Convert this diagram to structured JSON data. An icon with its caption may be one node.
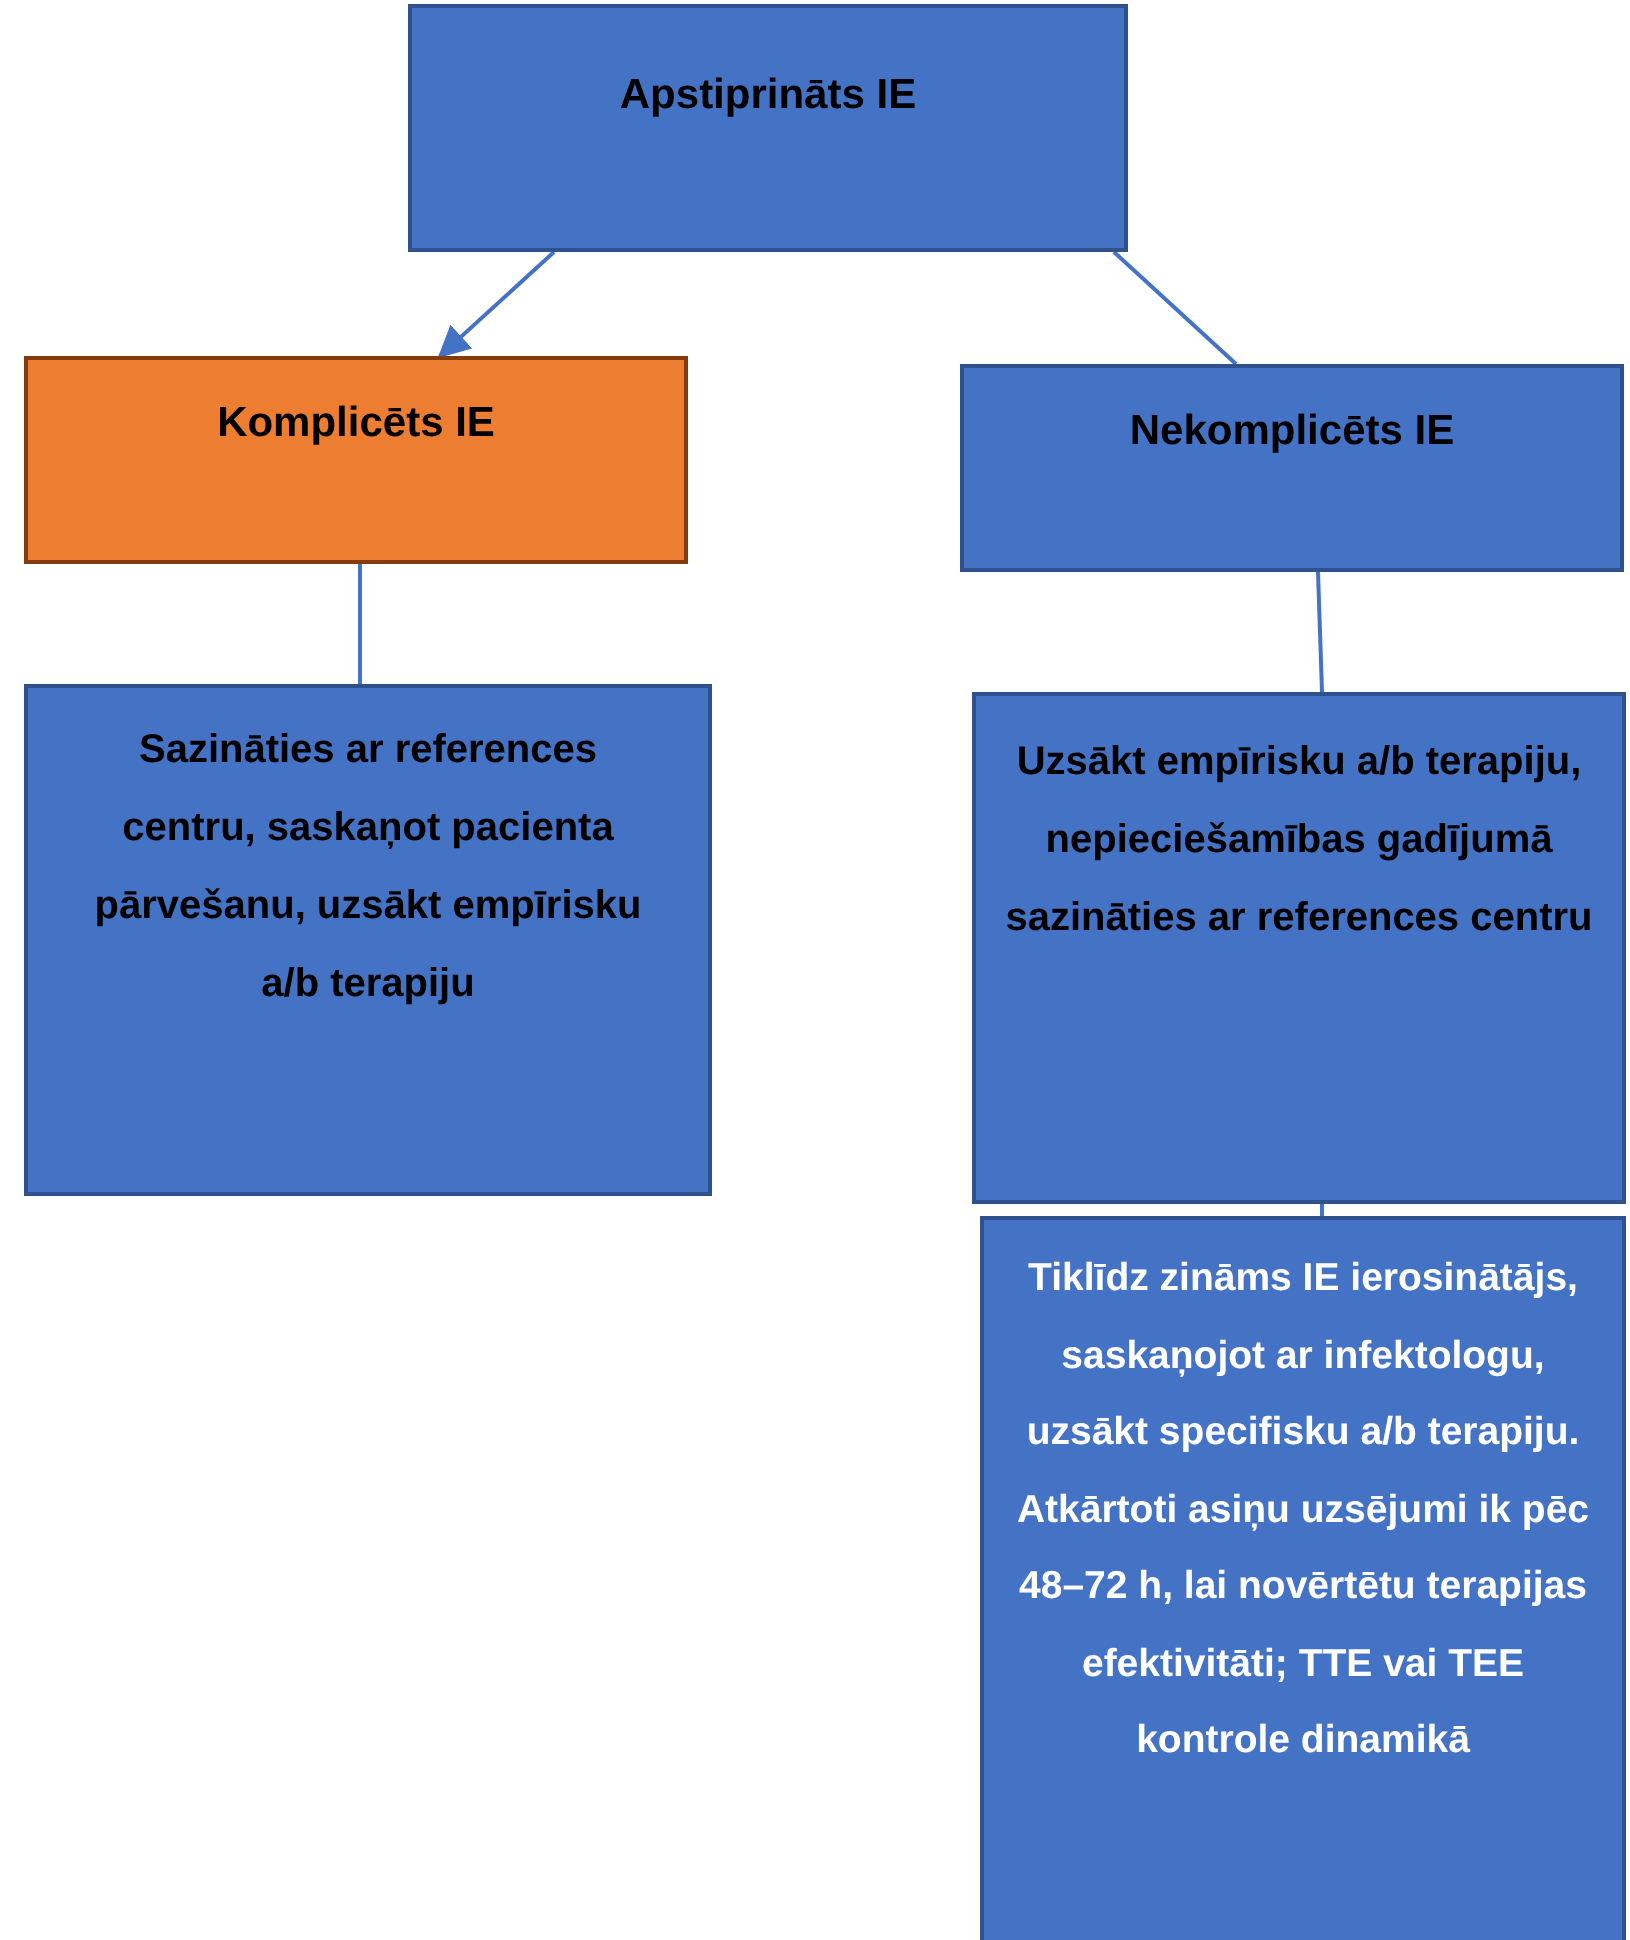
{
  "diagram": {
    "nodes": [
      {
        "text": [
          "Apstiprināts IE"
        ]
      },
      {
        "text": [
          "Komplicēts IE"
        ]
      },
      {
        "text": [
          "Nekomplicēts IE"
        ]
      },
      {
        "text": [
          "Sazināties ar references centru, saskaņot pacienta pārvešanu, uzsākt empīrisku a/b terapiju"
        ]
      },
      {
        "text": [
          "Uzsākt empīrisku a/b terapiju, nepieciešamības gadījumā sazināties ar references centru"
        ]
      },
      {
        "text": [
          "Tiklīdz zināms IE ierosinātājs, saskaņojot ar infektologu, uzsākt specifisku a/b terapiju. Atkārtoti asiņu uzsējumi ik pēc 48–72 h, lai novērtētu terapijas efektivitāti; TTE vai TEE kontrole dinamikā"
        ]
      }
    ],
    "edges": [
      {
        "from": 0,
        "to": 1,
        "arrow": "to"
      },
      {
        "from": 0,
        "to": 2,
        "arrow": "none"
      },
      {
        "from": 1,
        "to": 3,
        "arrow": "none"
      },
      {
        "from": 2,
        "to": 4,
        "arrow": "none"
      },
      {
        "from": 4,
        "to": 5,
        "arrow": "none"
      }
    ]
  }
}
